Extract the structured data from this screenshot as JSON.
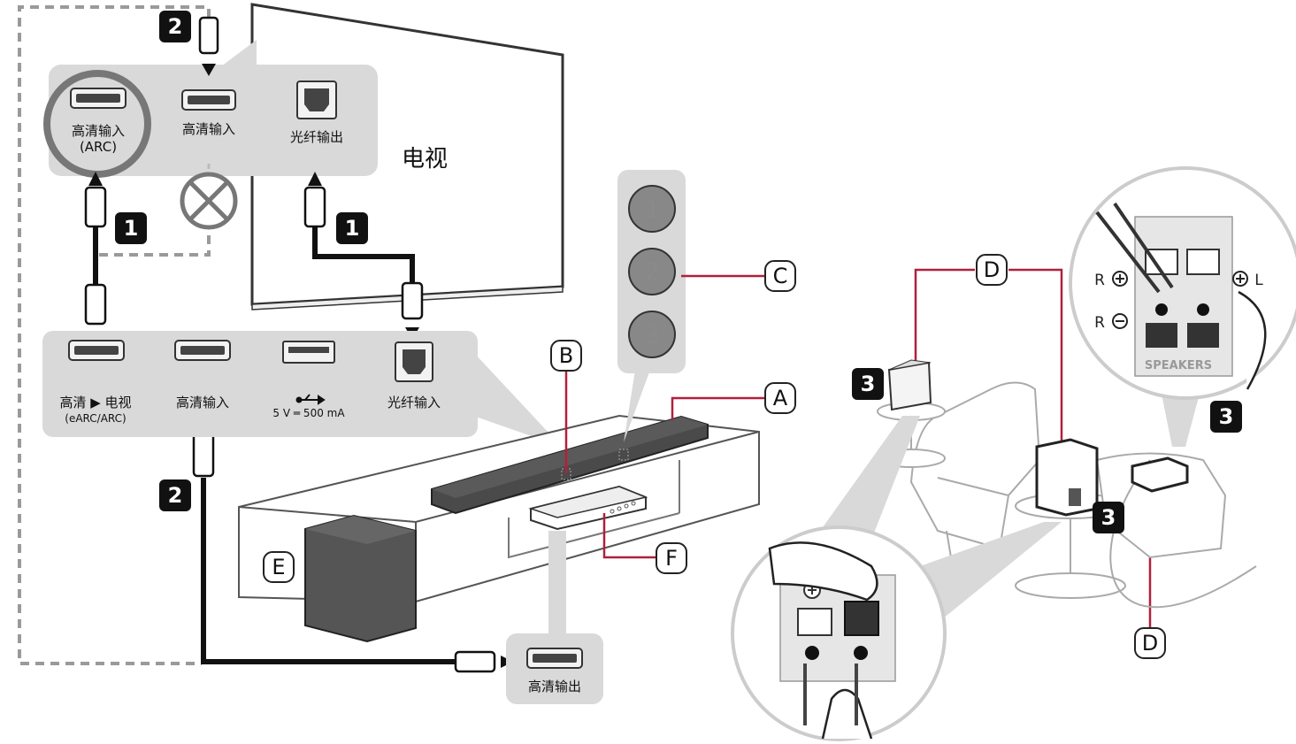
{
  "colors": {
    "panel_gray": "#d9d9d9",
    "leader_red": "#b0203c",
    "cable_black": "#111111",
    "dashed_gray": "#9a9a9a"
  },
  "tv": {
    "label": "电视",
    "ports": {
      "hdmi_arc": {
        "line1": "高清输入",
        "line2": "(ARC)"
      },
      "hdmi_in": "高清输入",
      "optical_out": "光纤输出"
    }
  },
  "soundbar_panel": {
    "hdmi_tv": {
      "line1": "高清 ▶ 电视",
      "line2": "(eARC/ARC)"
    },
    "hdmi_in": "高清输入",
    "usb": "5 V ═ 500 mA",
    "optical_in": "光纤输入"
  },
  "device": {
    "hdmi_out": "高清输出"
  },
  "step_badges": {
    "one": "1",
    "two": "2",
    "three": "3"
  },
  "callouts": {
    "a": "A",
    "b": "B",
    "c": "C",
    "d": "D",
    "e": "E",
    "f": "F"
  },
  "indicators": [
    "1",
    "2",
    "3"
  ],
  "terminal_detail": {
    "brand": "SPEAKERS",
    "r_plus": "R",
    "r_minus": "R",
    "l_plus": "L"
  }
}
